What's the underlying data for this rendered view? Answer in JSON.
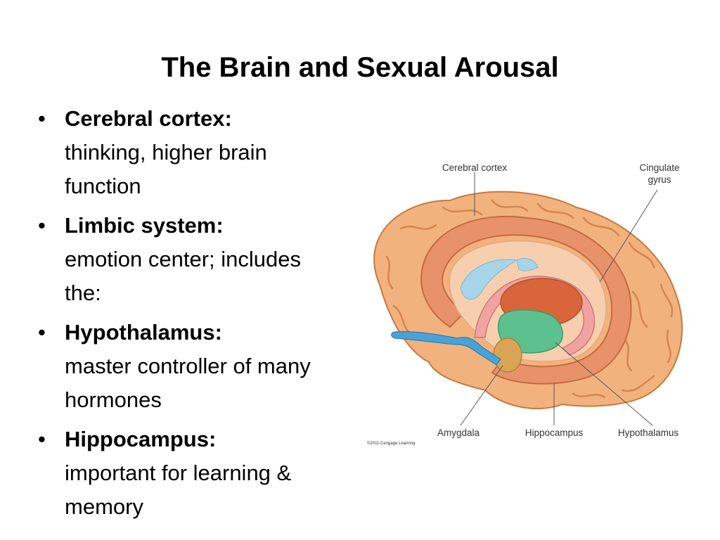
{
  "slide": {
    "title": "The Brain and Sexual Arousal",
    "bullets": [
      {
        "marker": "•",
        "term": "Cerebral cortex:",
        "desc": "thinking, higher brain function"
      },
      {
        "marker": "•",
        "term": "Limbic system:",
        "desc": "emotion center; includes the:"
      },
      {
        "marker": "•",
        "term": "Hypothalamus:",
        "desc": "master controller of many hormones"
      },
      {
        "marker": "•",
        "term": "Hippocampus:",
        "desc": "important for learning & memory"
      }
    ]
  },
  "figure": {
    "labels": {
      "cerebral_cortex": "Cerebral cortex",
      "cingulate_line1": "Cingulate",
      "cingulate_line2": "gyrus",
      "amygdala": "Amygdala",
      "hippocampus": "Hippocampus",
      "hypothalamus": "Hypothalamus"
    },
    "copyright": "©2011 Cengage Learning",
    "colors": {
      "cortex": "#f2b27e",
      "gyrus": "#e8926a",
      "inner": "#f7cfae",
      "ventricle": "#a8d4ea",
      "thalamus": "#d9663a",
      "hypothalamus": "#5cc08f",
      "amygdala": "#d9a455",
      "olfactory": "#4aa3d6"
    }
  }
}
